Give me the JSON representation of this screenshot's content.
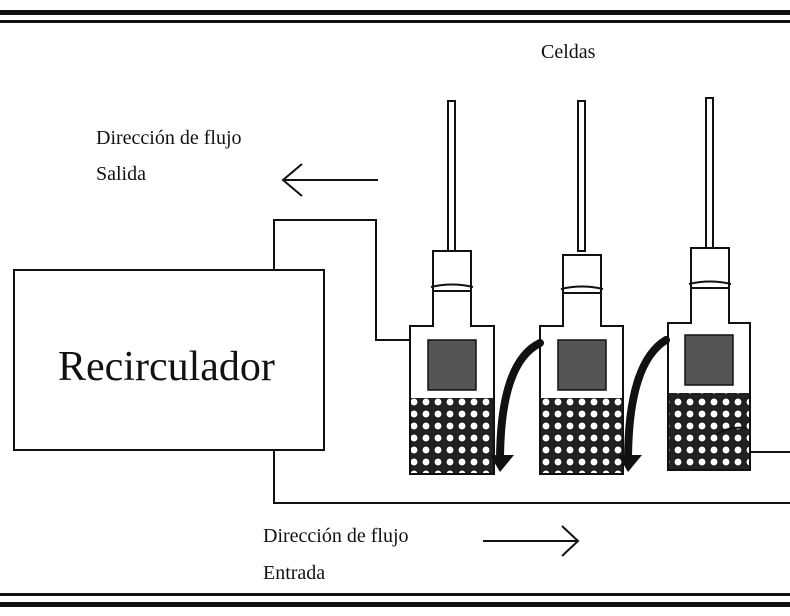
{
  "labels": {
    "cells": "Celdas",
    "outflow_line1": "Dirección de flujo",
    "outflow_line2": "Salida",
    "recirculator": "Recirculador",
    "inflow_line1": "Dirección de flujo",
    "inflow_line2": "Entrada"
  },
  "colors": {
    "ink": "#111111",
    "sample_fill": "#555555",
    "background": "#ffffff"
  }
}
